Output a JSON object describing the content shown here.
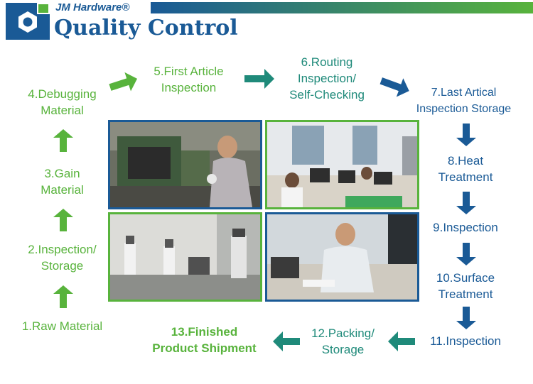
{
  "header": {
    "brand": "JM Hardware®",
    "title": "Quality Control"
  },
  "colors": {
    "green": "#58b33c",
    "teal": "#1f8a7a",
    "blue": "#1a5a96",
    "header_gradient_start": "#1a5a96",
    "header_gradient_end": "#58b33c"
  },
  "steps": {
    "s1": [
      "1.Raw Material"
    ],
    "s2": [
      "2.Inspection/",
      "Storage"
    ],
    "s3": [
      "3.Gain",
      "Material"
    ],
    "s4": [
      "4.Debugging",
      "Material"
    ],
    "s5": [
      "5.First Article",
      "Inspection"
    ],
    "s6": [
      "6.Routing",
      "Inspection/",
      "Self-Checking"
    ],
    "s7": [
      "7.Last Artical",
      "Inspection Storage"
    ],
    "s8": [
      "8.Heat",
      "Treatment"
    ],
    "s9": [
      "9.Inspection"
    ],
    "s10": [
      "10.Surface",
      "Treatment"
    ],
    "s11": [
      "11.Inspection"
    ],
    "s12": [
      "12.Packing/",
      "Storage"
    ],
    "s13": [
      "13.Finished",
      "Product Shipment"
    ]
  },
  "icons": {
    "logo": "hexagon-nut-icon",
    "flow_arrow": "arrow-icon"
  }
}
